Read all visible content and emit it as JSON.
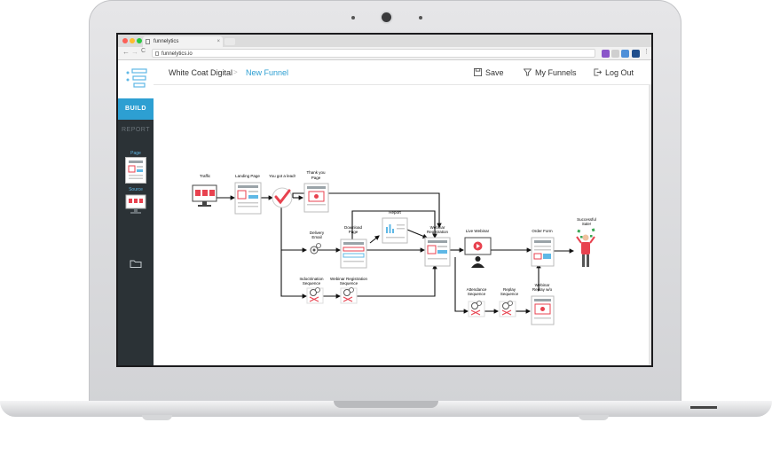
{
  "browser": {
    "tab_title": "funnelytics",
    "tab_close": "×",
    "url": "funnelytics.io",
    "back": "←",
    "forward": "→",
    "reload": "C"
  },
  "sidebar": {
    "build_label": "BUILD",
    "report_label": "REPORT",
    "page_label": "Page",
    "source_label": "Source"
  },
  "header": {
    "project": "White Coat Digital",
    "separator": ">",
    "funnel": "New Funnel",
    "save_label": "Save",
    "funnels_label": "My Funnels",
    "logout_label": "Log Out"
  },
  "nodes": {
    "traffic": "Traffic",
    "landing": "Landing Page",
    "lead": "You got a lead!",
    "thankyou_1": "Thank you",
    "thankyou_2": "Page",
    "delivery_1": "Delivery",
    "delivery_2": "Email",
    "download_1": "Download",
    "download_2": "Page",
    "report": "Report",
    "webreg_1": "Webinar",
    "webreg_2": "Registration",
    "live": "Live Webinar",
    "order": "Order Form",
    "success_1": "Successful",
    "success_2": "Sale!",
    "indoc_1": "Indoctrination",
    "indoc_2": "Sequence",
    "webseq_1": "Webinar Registration",
    "webseq_2": "Sequence",
    "attend_1": "Attendance",
    "attend_2": "Sequence",
    "replay_1": "Replay",
    "replay_2": "Sequence",
    "replaypg_1": "Webinar",
    "replaypg_2": "Replay w/o"
  },
  "colors": {
    "accent": "#2d9fd2",
    "sidebar": "#2b3236",
    "brand_red": "#e8424f"
  }
}
